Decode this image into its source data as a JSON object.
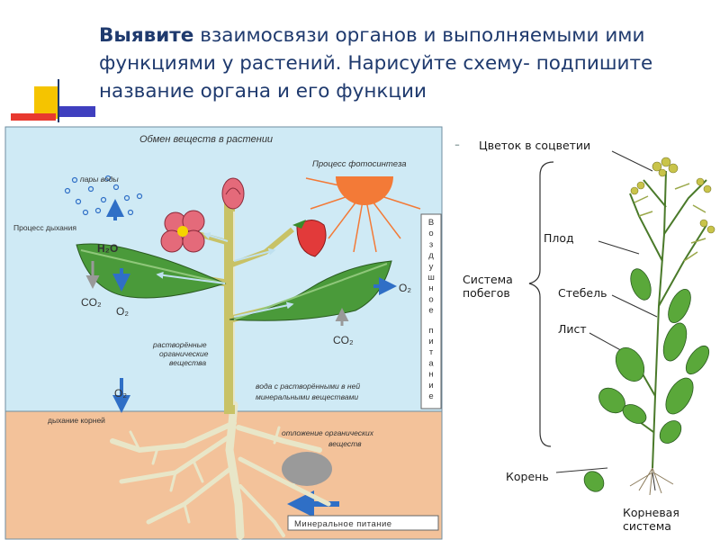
{
  "slide": {
    "title_bold": "Выявите",
    "title_rest": " взаимосвязи органов и выполняемыми ими функциями у растений. Нарисуйте схему- подпишите название органа и его функции"
  },
  "left_diagram": {
    "title": "Обмен веществ в растении",
    "photosynthesis": "Процесс фотосинтеза",
    "water_vapor": "пары воды",
    "respiration": "Процесс дыхания",
    "h2o": "H₂O",
    "co2_left": "CO₂",
    "o2_left": "O₂",
    "o2_right": "O₂",
    "co2_right": "CO₂",
    "air_nutrition": "Воздушное питание",
    "organic_dissolved": [
      "растворённые",
      "органические",
      "вещества"
    ],
    "water_minerals": [
      "вода с растворёнными в ней",
      "минеральными веществами"
    ],
    "o2_root": "O₂",
    "root_respiration": "дыхание корней",
    "organic_deposit": [
      "отложение органических",
      "веществ"
    ],
    "mineral_nutrition": "Минеральное питание"
  },
  "right_diagram": {
    "flower": "Цветок в соцветии",
    "fruit": "Плод",
    "shoot_system": "Система побегов",
    "stem": "Стебель",
    "leaf": "Лист",
    "root": "Корень",
    "root_system": "Корневая система"
  },
  "colors": {
    "title": "#1f3a6e",
    "sky": "#cfeaf5",
    "soil": "#f3c29a",
    "leaf": "#4a9a3a",
    "stem": "#c8c266",
    "sun": "#f37a37",
    "arrow_blue": "#2f6fc6"
  }
}
